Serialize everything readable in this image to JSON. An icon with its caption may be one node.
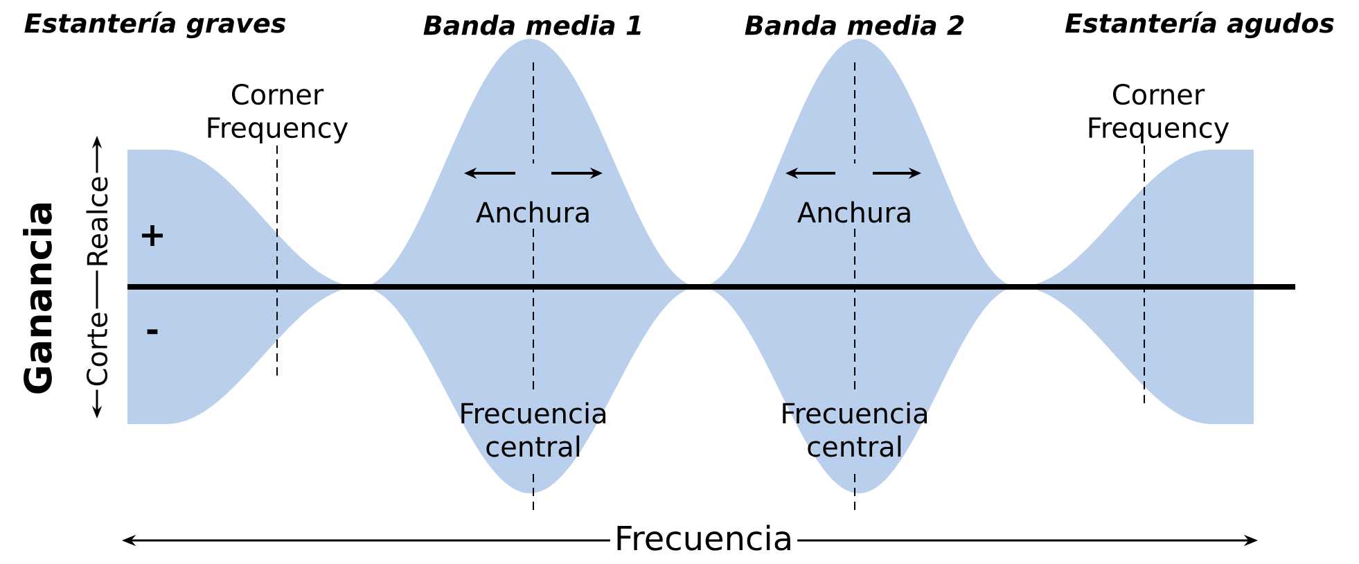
{
  "diagram": {
    "labels": [
      "Estantería graves",
      "Banda media 1",
      "Banda media 2",
      "Estantería agudos",
      "Corner Frequency",
      "Corner Frequency",
      "Anchura",
      "Anchura",
      "+",
      "Realce",
      "Corte",
      "-",
      "Ganancia",
      "Frecuencia central",
      "Frecuencia central",
      "Frecuencia"
    ]
  }
}
